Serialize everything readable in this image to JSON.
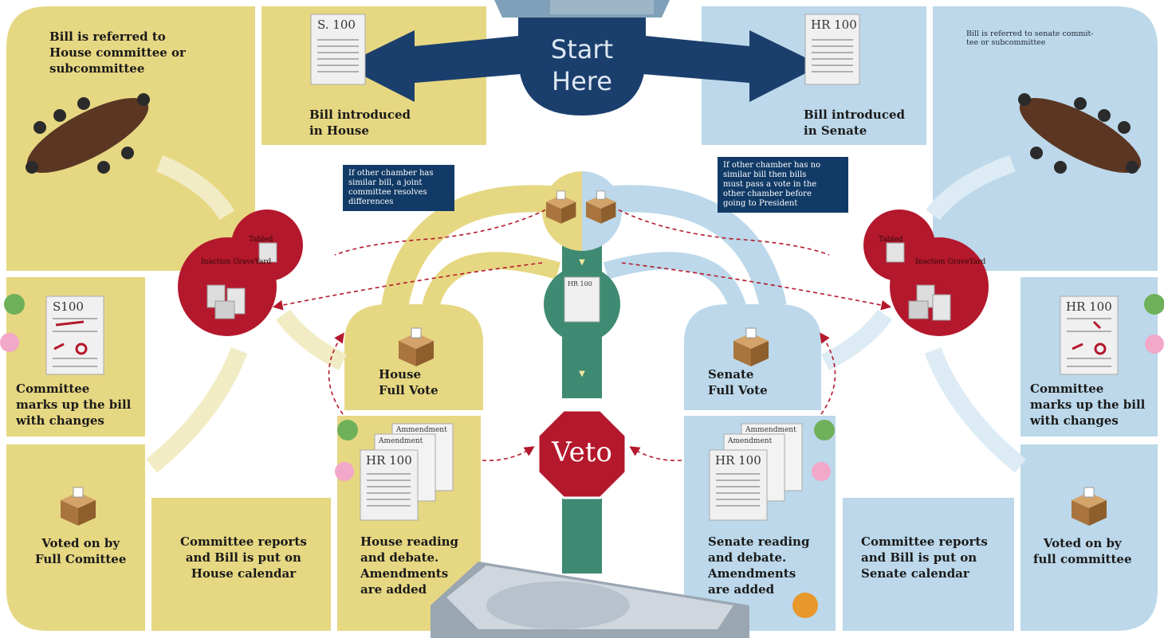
{
  "start": {
    "text": "Start\nHere"
  },
  "house": {
    "bill_doc": "S. 100",
    "introduced": "Bill introduced\nin House",
    "referred": "Bill is referred to\nHouse committee or\nsubcommittee",
    "markup_doc": "S100",
    "markup": "Committee\nmarks up the bill\nwith changes",
    "voted": "Voted on by\nFull Comittee",
    "reports": "Committee reports\nand Bill is put on\nHouse calendar",
    "reading": "House reading\nand debate.\nAmendments\nare added",
    "reading_doc": "HR 100",
    "amendment": "Amendment",
    "ammendment": "Ammendment",
    "full_vote": "House\nFull Vote",
    "tabled": "Tabled",
    "graveyard": "Inaction\nGraveYard"
  },
  "senate": {
    "bill_doc": "HR 100",
    "introduced": "Bill introduced\nin Senate",
    "referred": "Bill is referred to senate commit-\ntee or subcommittee",
    "markup_doc": "HR 100",
    "markup": "Committee\nmarks up the bill\nwith changes",
    "voted": "Voted on by\nfull committee",
    "reports": "Committee reports\nand Bill is put on\nSenate calendar",
    "reading": "Senate reading\nand debate.\nAmendments\nare added",
    "reading_doc": "HR 100",
    "amendment": "Amendment",
    "ammendment": "Ammendment",
    "full_vote": "Senate\nFull Vote",
    "tabled": "Tabled",
    "graveyard": "Inaction\nGraveYard"
  },
  "center": {
    "doc": "HR 100",
    "veto": "Veto",
    "callout_left": "If other chamber has\nsimilar bill, a joint\ncommittee resolves\ndifferences",
    "callout_right": "If other chamber has no\nsimilar bill then bills\nmust pass a vote in the\nother chamber before\ngoing to President"
  },
  "colors": {
    "house": "#e6d782",
    "senate": "#bcd8ea",
    "navy": "#1b3f6d",
    "green": "#3f8a72",
    "red": "#b4182c"
  }
}
